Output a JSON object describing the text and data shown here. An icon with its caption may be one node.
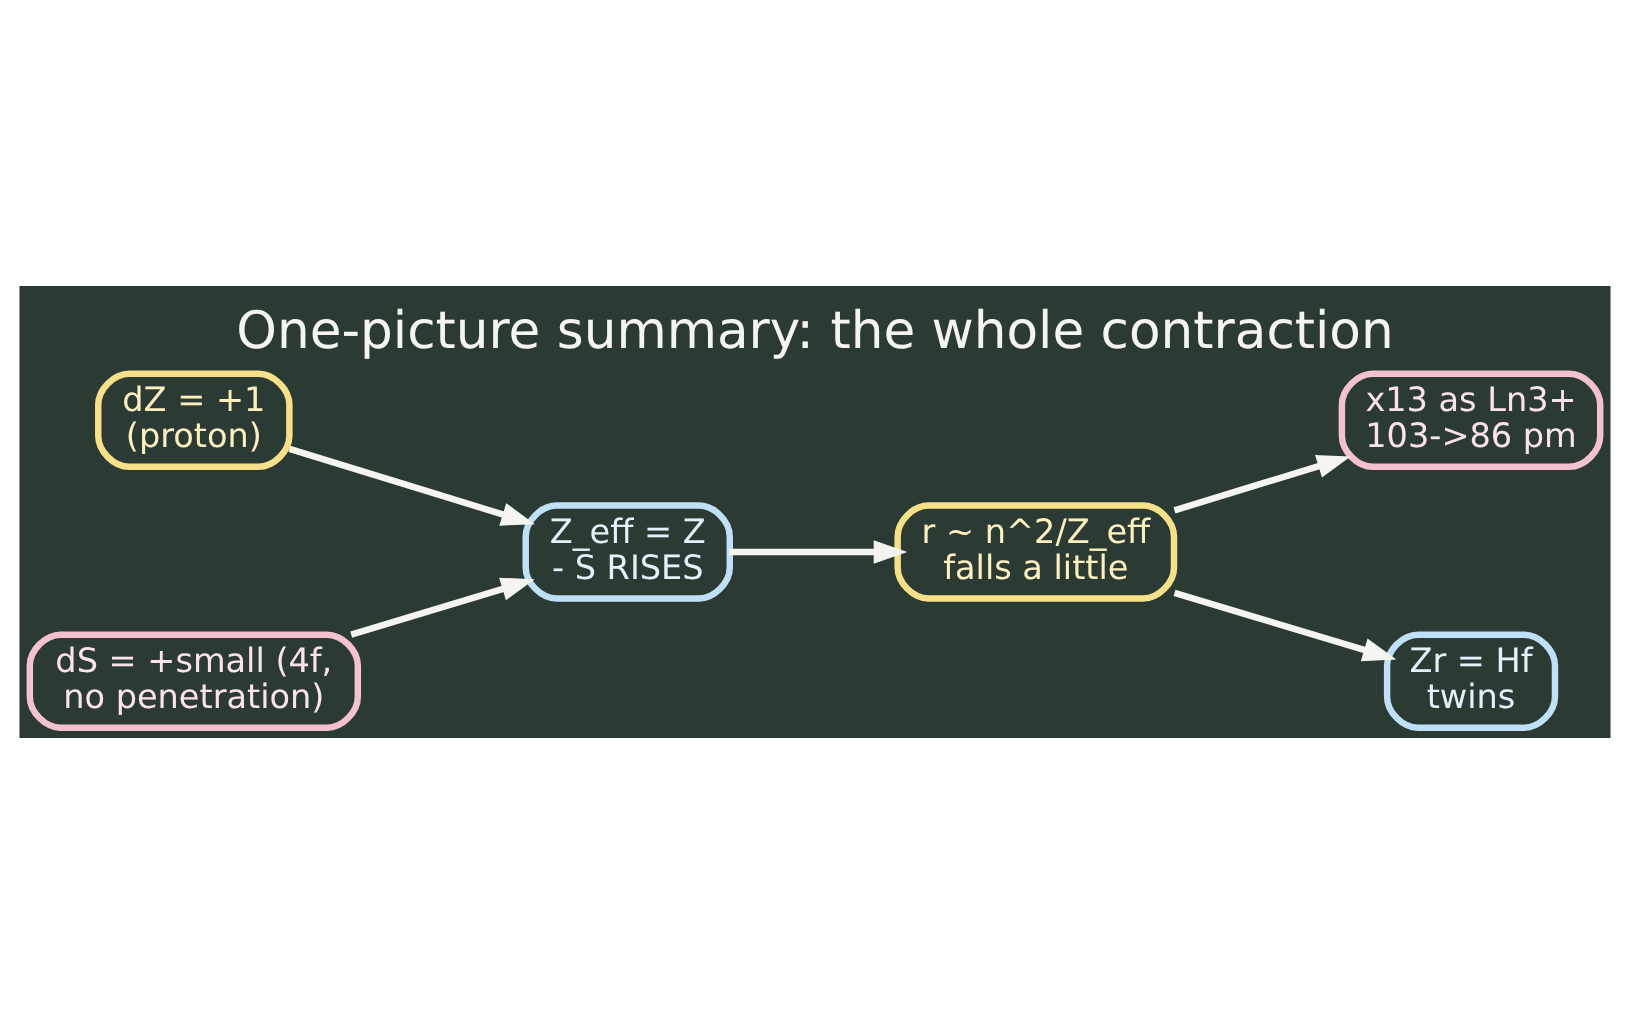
{
  "diagram": {
    "title": "One-picture summary: the whole contraction",
    "nodes": [
      {
        "text": [
          "dZ = +1 (proton)"
        ]
      },
      {
        "text": [
          "dS = +small (4f, no penetration)"
        ]
      },
      {
        "text": [
          "Z_eff = Z - S RISES"
        ]
      },
      {
        "text": [
          "r ~ n^2/Z_eff falls a little"
        ]
      },
      {
        "text": [
          "x13 as Ln3+ 103->86 pm"
        ]
      },
      {
        "text": [
          "Zr = Hf twins"
        ]
      }
    ],
    "edges": [
      {
        "from": 0,
        "to": 2,
        "arrow": "to"
      },
      {
        "from": 1,
        "to": 2,
        "arrow": "to"
      },
      {
        "from": 2,
        "to": 3,
        "arrow": "to"
      },
      {
        "from": 3,
        "to": 4,
        "arrow": "to"
      },
      {
        "from": 3,
        "to": 5,
        "arrow": "to"
      }
    ]
  }
}
